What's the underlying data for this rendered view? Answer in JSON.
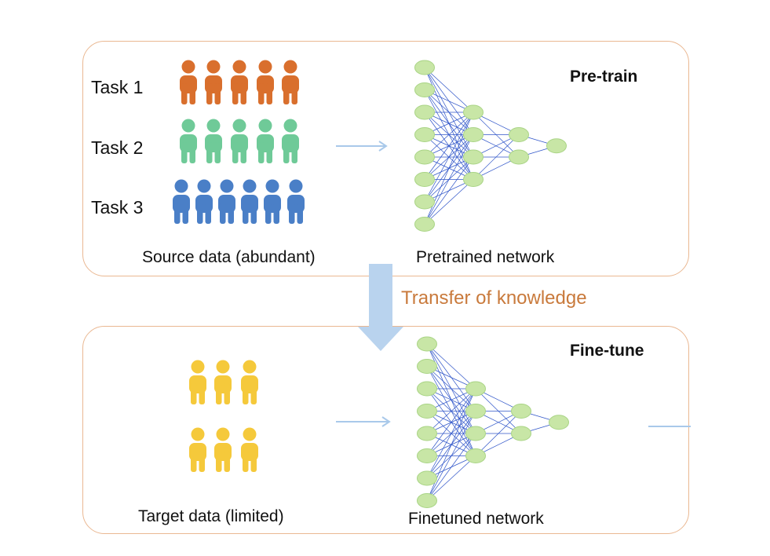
{
  "pretrain": {
    "title": "Pre-train",
    "tasks": [
      "Task 1",
      "Task 2",
      "Task 3"
    ],
    "source_label": "Source data (abundant)",
    "network_label": "Pretrained network"
  },
  "transfer_label": "Transfer of knowledge",
  "finetune": {
    "title": "Fine-tune",
    "target_label": "Target data (limited)",
    "network_label": "Finetuned network"
  },
  "colors": {
    "task1": "#d96f2d",
    "task2": "#6fca98",
    "task3": "#4a7fc7",
    "target": "#f5c93b",
    "node_fill": "#c8e6a6",
    "node_stroke": "#a9d485",
    "edge": "#2f55c9",
    "arrow": "#a9c9ea",
    "panel_border": "#eab892",
    "transfer_text": "#c97a3c"
  },
  "network": {
    "layers": [
      8,
      4,
      2,
      1
    ]
  }
}
